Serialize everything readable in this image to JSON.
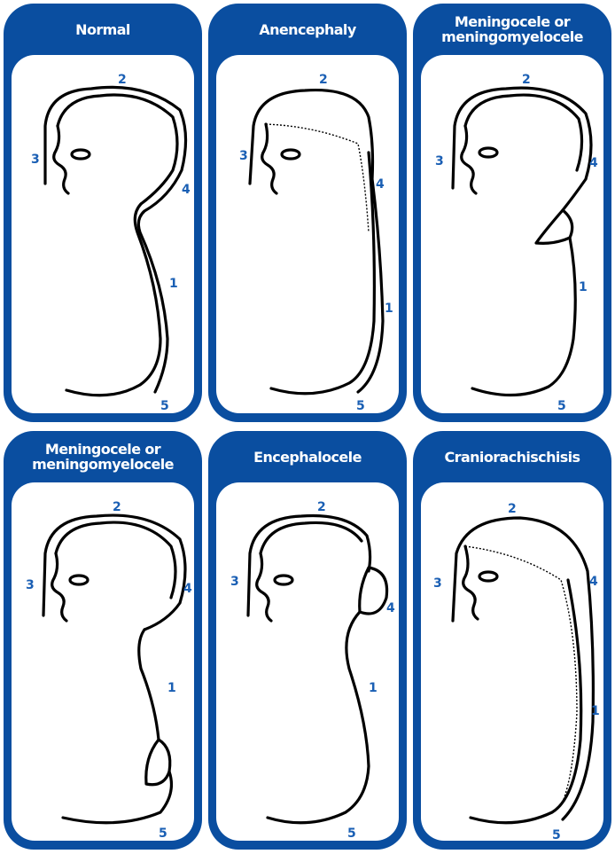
{
  "panels": [
    {
      "title": "Normal",
      "labels": {
        "l1": "1",
        "l2": "2",
        "l3": "3",
        "l4": "4",
        "l5": "5"
      }
    },
    {
      "title": "Anencephaly",
      "labels": {
        "l1": "1",
        "l2": "2",
        "l3": "3",
        "l4": "4",
        "l5": "5"
      }
    },
    {
      "title": "Meningocele or\nmeningomyelocele",
      "labels": {
        "l1": "1",
        "l2": "2",
        "l3": "3",
        "l4": "4",
        "l5": "5"
      }
    },
    {
      "title": "Meningocele or\nmeningomyelocele",
      "labels": {
        "l1": "1",
        "l2": "2",
        "l3": "3",
        "l4": "4",
        "l5": "5"
      }
    },
    {
      "title": "Encephalocele",
      "labels": {
        "l1": "1",
        "l2": "2",
        "l3": "3",
        "l4": "4",
        "l5": "5"
      }
    },
    {
      "title": "Craniorachischisis",
      "labels": {
        "l1": "1",
        "l2": "2",
        "l3": "3",
        "l4": "4",
        "l5": "5"
      }
    }
  ],
  "colors": {
    "panel_blue": "#0a4ea0",
    "label_blue": "#1a5fb4"
  }
}
